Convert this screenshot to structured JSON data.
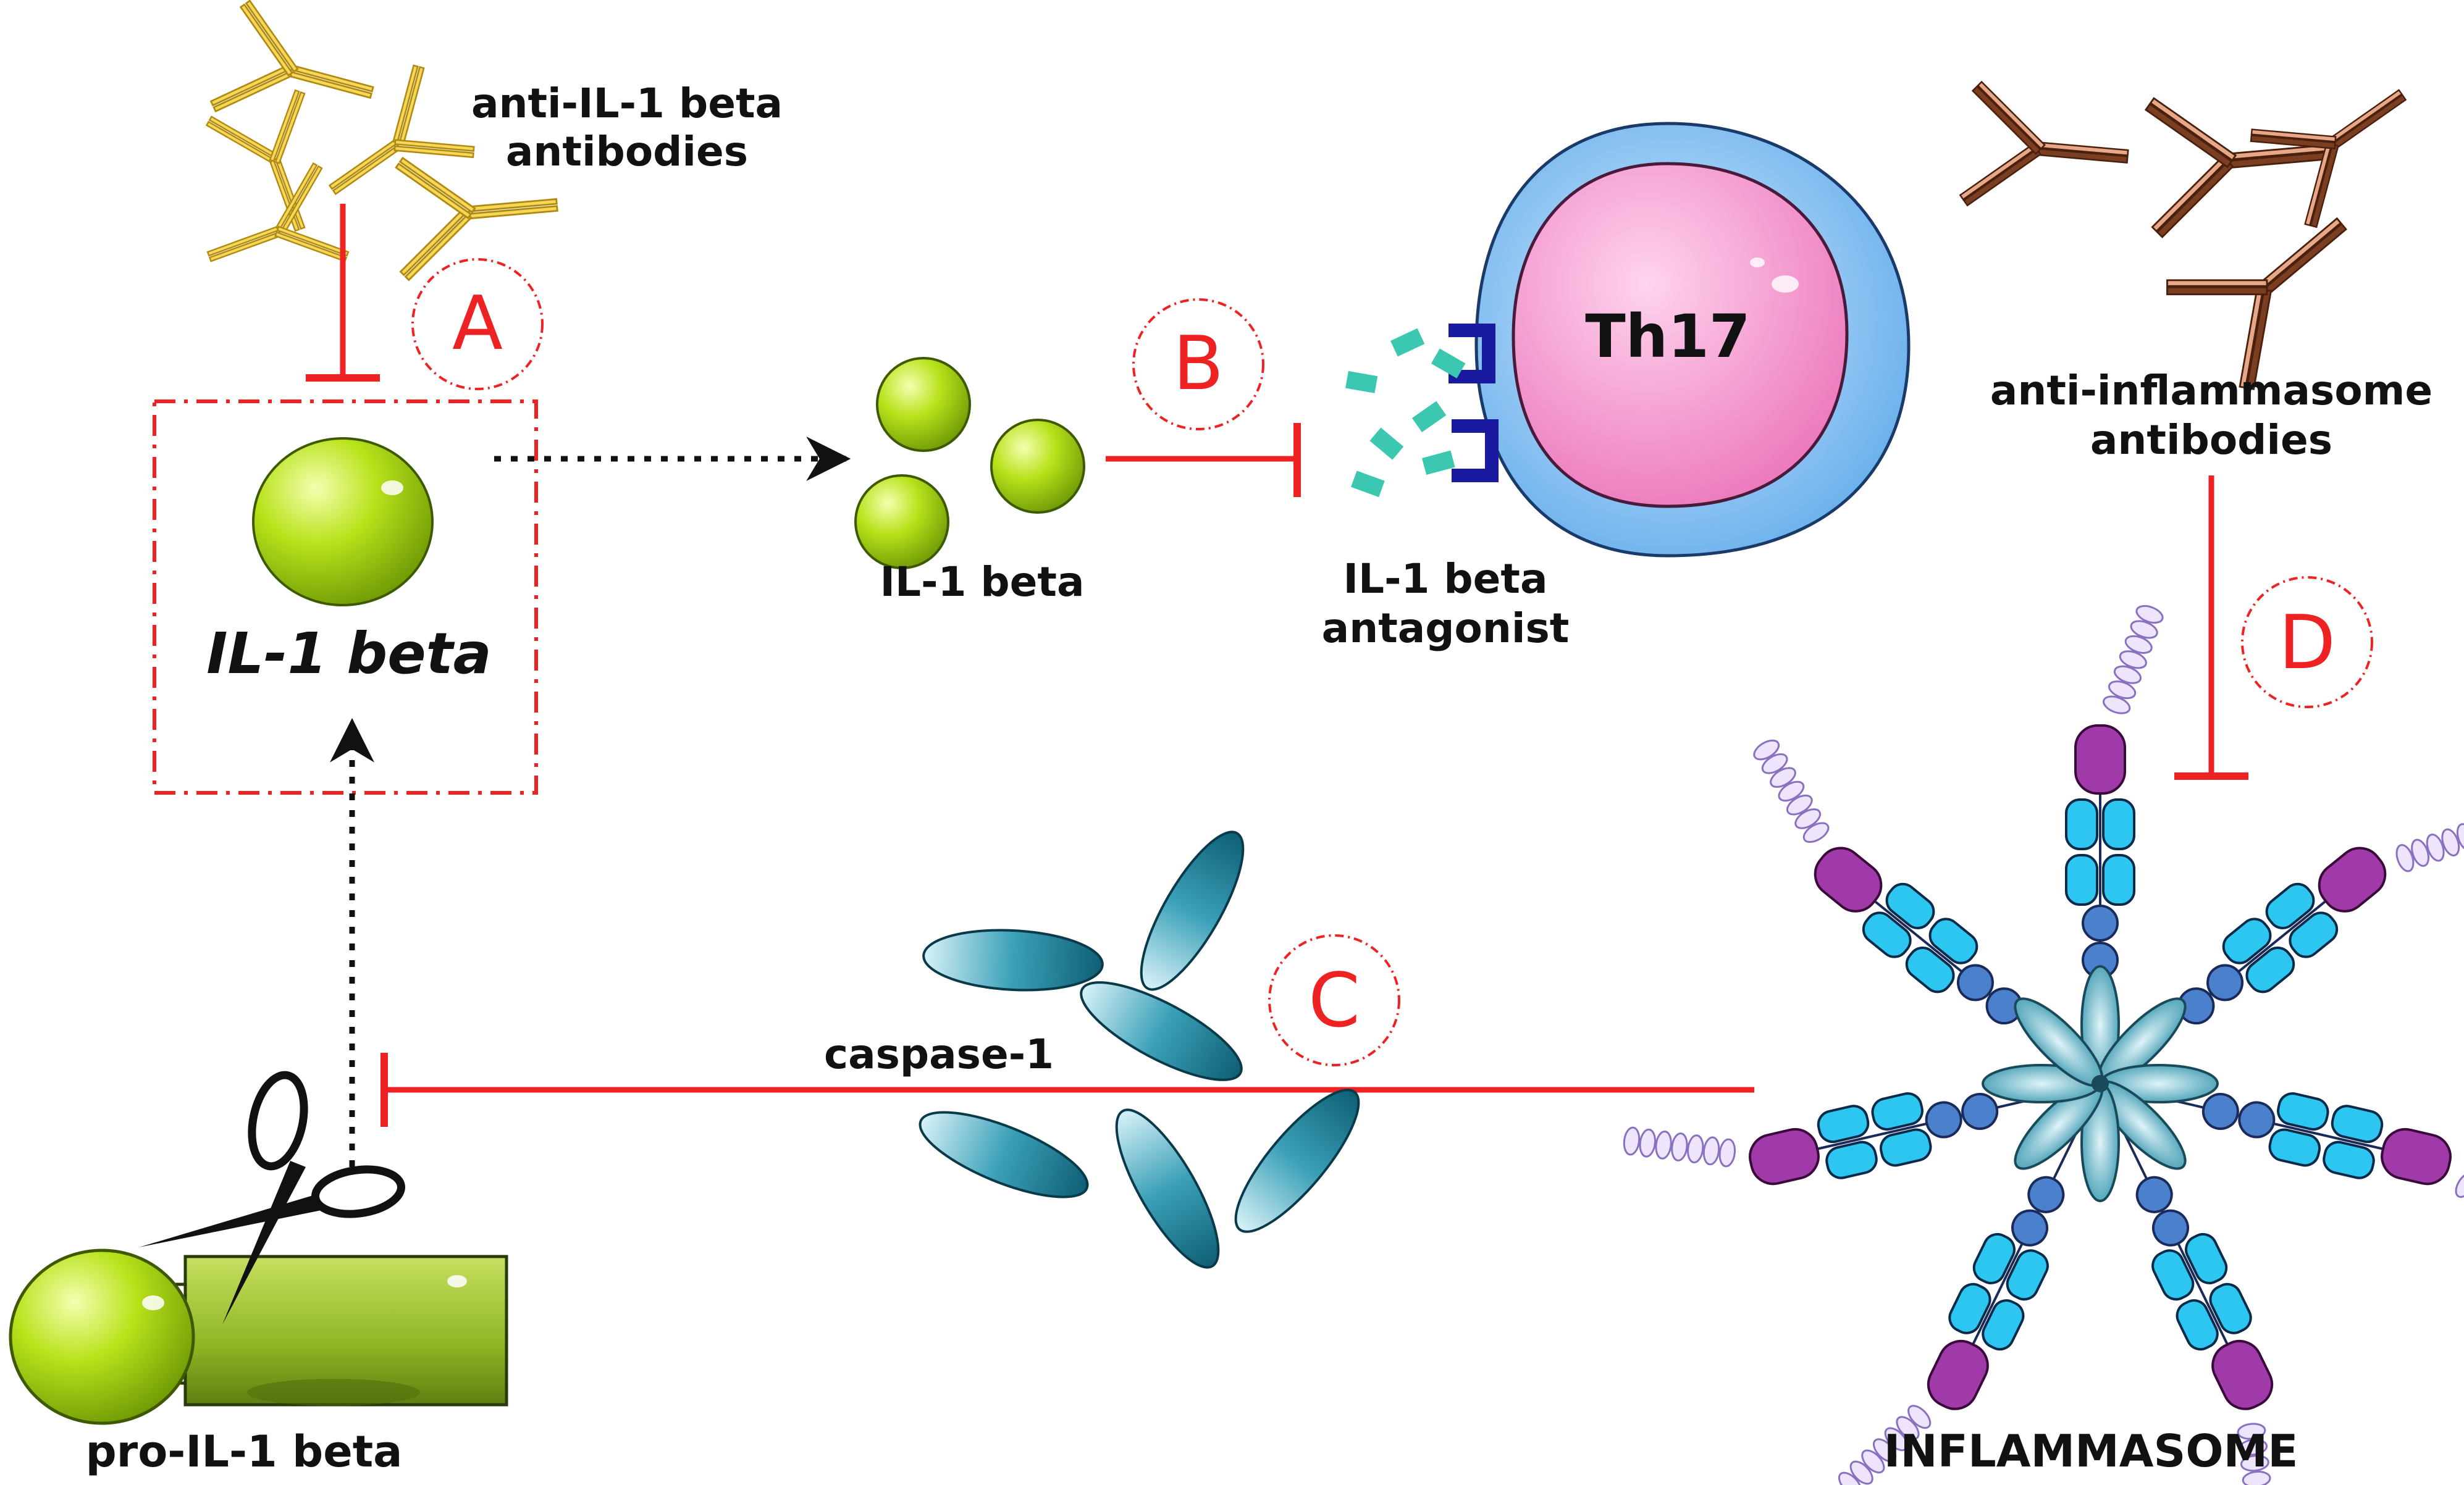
{
  "labels": {
    "anti_il1_line1": "anti-IL-1 beta",
    "anti_il1_line2": "antibodies",
    "il1_beta_box": "IL-1 beta",
    "il1_beta": "IL-1 beta",
    "antagonist_line1": "IL-1 beta",
    "antagonist_line2": "antagonist",
    "th17": "Th17",
    "anti_infl_line1": "anti-inflammasome",
    "anti_infl_line2": "antibodies",
    "caspase": "caspase-1",
    "pro_il1": "pro-IL-1 beta",
    "inflammasome": "INFLAMMASOME"
  },
  "markers": {
    "a": "A",
    "b": "B",
    "c": "C",
    "d": "D"
  },
  "colors": {
    "inhibit": "#ee2222",
    "il1_green": "#a6d60e",
    "pro_body": "#8ab320",
    "gold_antibody": "#f0c840",
    "brown_antibody": "#8b4a2a",
    "caspase": "#1f7f98",
    "cell_outer": "#8fc4ee",
    "cell_inner": "#f08cc8",
    "receptor": "#1a1aa0",
    "antagonist": "#3cc8b0",
    "inflammasome_cyan": "#28c8f0",
    "inflammasome_purple": "#a03aa8",
    "inflammasome_blue": "#3a70c0",
    "inflammasome_lilac": "#ded0f4"
  },
  "icons": [
    "scissors-icon",
    "antibody-icon",
    "arrow-head-icon",
    "inhibition-bar-icon"
  ]
}
